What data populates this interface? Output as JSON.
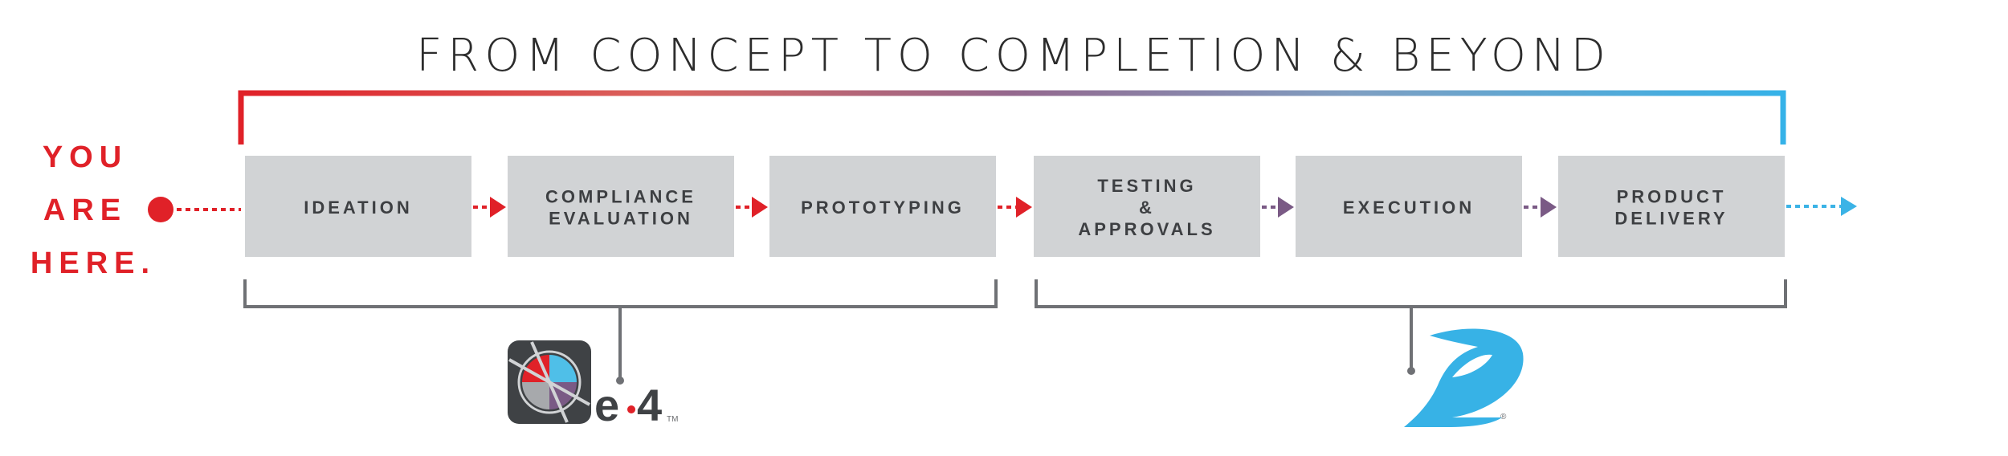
{
  "title": "FROM CONCEPT TO COMPLETION & BEYOND",
  "you_are_here": [
    "YOU",
    "ARE",
    "HERE."
  ],
  "steps": [
    {
      "label": [
        "IDEATION"
      ]
    },
    {
      "label": [
        "COMPLIANCE",
        "EVALUATION"
      ]
    },
    {
      "label": [
        "PROTOTYPING"
      ]
    },
    {
      "label": [
        "TESTING",
        "&",
        "APPROVALS"
      ]
    },
    {
      "label": [
        "EXECUTION"
      ]
    },
    {
      "label": [
        "PRODUCT",
        "DELIVERY"
      ]
    }
  ],
  "logos": {
    "e4": {
      "text": "e·4",
      "tm": "TM",
      "icon": "e4-compass-icon"
    },
    "blue": {
      "mark": "®",
      "icon": "blue-wing-logo-icon"
    }
  },
  "colors": {
    "red": "#e02128",
    "purple": "#7a5a85",
    "blue": "#3bb3e6",
    "box": "#d1d3d5",
    "bracket": "#6f7175",
    "text": "#3d3f42"
  }
}
